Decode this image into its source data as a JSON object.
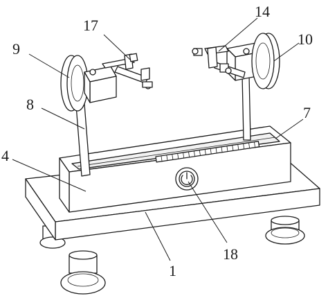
{
  "diagram": {
    "callouts": [
      {
        "id": "c1",
        "label": "1"
      },
      {
        "id": "c4",
        "label": "4"
      },
      {
        "id": "c7",
        "label": "7"
      },
      {
        "id": "c8",
        "label": "8"
      },
      {
        "id": "c9",
        "label": "9"
      },
      {
        "id": "c10",
        "label": "10"
      },
      {
        "id": "c14",
        "label": "14"
      },
      {
        "id": "c17",
        "label": "17"
      },
      {
        "id": "c18",
        "label": "18"
      }
    ]
  }
}
